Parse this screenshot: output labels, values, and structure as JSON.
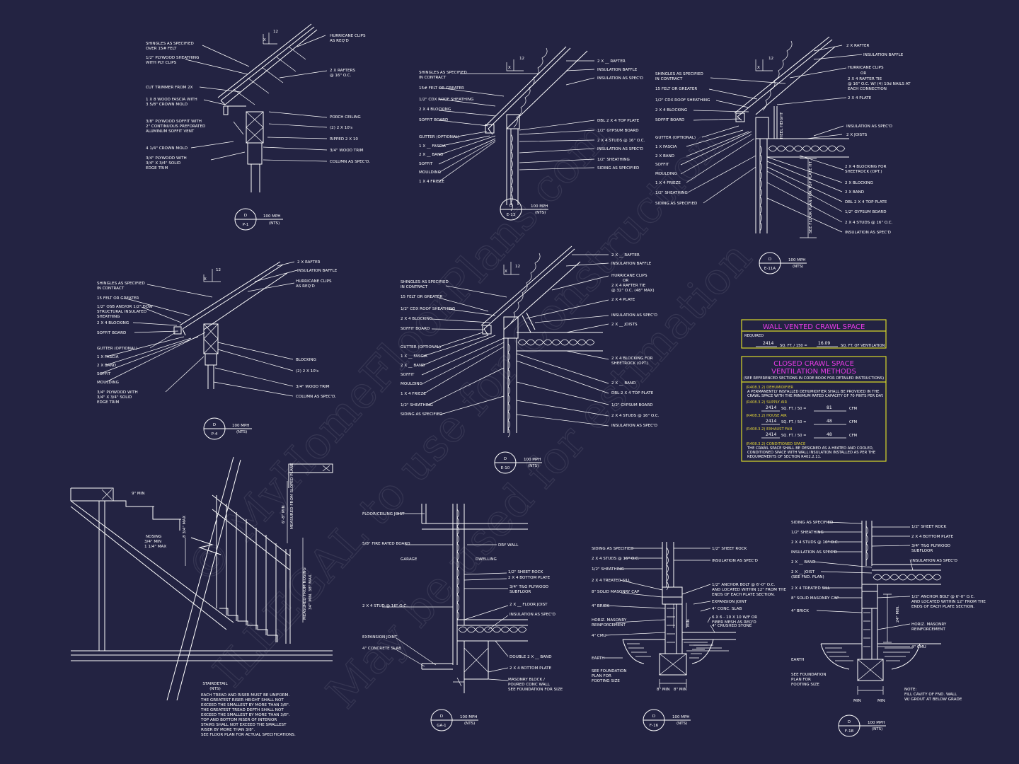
{
  "details": {
    "p1": {
      "labels_left": [
        "SHINGLES AS SPECIFIED",
        "OVER 15# FELT",
        "1/2\" PLYWOOD SHEATHING",
        "WITH PLY CLIPS",
        "CUT TRIMMER FROM 2X",
        "1 X 8 WOOD FASCIA WITH",
        "3 5/8\" CROWN MOLD",
        "3/8\" PLYWOOD SOFFIT WITH",
        "2\" CONTINUOUS PREFORATED",
        "ALUMINUM SOFFIT VENT",
        "4 1/4\" CROWN MOLD",
        "3/4\" PLYWOOD WITH",
        "3/4\" X 3/4\" SOLID",
        "EDGE TRIM"
      ],
      "labels_right": [
        "HURRICANE CLIPS",
        "AS REQ'D",
        "2 X   RAFTERS",
        "@ 16\" O.C.",
        "PORCH CEILING",
        "(2) 2 X 10's",
        "RIPPED 2 X 10",
        "3/4\" WOOD TRIM",
        "COLUMN AS SPEC'D."
      ],
      "tag_top": "D",
      "tag_bottom": "P-1",
      "wind": "100 MPH",
      "scale": "(NTS)"
    },
    "e13": {
      "labels_left": [
        "SHINGLES AS SPECIFIED",
        "IN CONTRACT",
        "15# FELT OR GREATER",
        "1/2\" CDX ROOF SHEATHING",
        "2 X 4 BLOCKING",
        "SOFFIT BOARD",
        "GUTTER (OPTIONAL)",
        "1 X __ FASCIA",
        "2 X __ BAND",
        "SOFFIT",
        "MOULDING",
        "1 X 4 FRIEZE"
      ],
      "labels_right": [
        "2 X __ RAFTER",
        "INSULATION BAFFLE",
        "INSULATION AS SPEC'D",
        "DBL 2 X 4 TOP PLATE",
        "1/2\" GYPSUM BOARD",
        "2 X 4 STUDS @ 16\" O.C.",
        "INSULATION AS SPEC'D",
        "1/2\" SHEATHING",
        "SIDING AS SPECIFIED"
      ],
      "tag_top": "D",
      "tag_bottom": "E-13",
      "wind": "100 MPH",
      "scale": "(NTS)"
    },
    "e11a": {
      "labels_left": [
        "SHINGLES AS SPECIFIED",
        "IN CONTRACT",
        "15 FELT OR GREATER",
        "1/2\" CDX ROOF SHEATHING",
        "2 X 4 BLOCKING",
        "SOFFIT BOARD",
        "GUTTER (OPTIONAL)",
        "1 X  FASCIA",
        "2 X  BAND",
        "SOFFIT",
        "MOULDING",
        "1 X 4 FRIEZE",
        "1/2\" SHEATHING",
        "SIDING AS SPECIFIED"
      ],
      "labels_right": [
        "2 X   RAFTER",
        "INSULATION BAFFLE",
        "HURRICANE CLIPS",
        "OR",
        "2 X 4 RAFTER TIE",
        "@ 16\" O.C. W/ (4) 10d NAILS AT",
        "EACH CONNECTION",
        "2 X 4 PLATE",
        "INSULATION AS SPEC'D",
        "2 X   JOISTS",
        "2 X 4 BLOCKING FOR",
        "SHEETROCK (OPT.)",
        "2 X   BLOCKING",
        "2 X   BAND",
        "DBL 2 X 4 TOP PLATE",
        "1/2\" GYPSUM BOARD",
        "2 X 4 STUDS @ 16\" O.C.",
        "INSULATION AS SPEC'D"
      ],
      "vertical_left": "HEEL HEIGHT",
      "vertical_mid": "SEE FLOOR PLAN FOR TOP PLATE HT.",
      "tag_top": "D",
      "tag_bottom": "E-11A",
      "wind": "100 MPH",
      "scale": "(NTS)"
    },
    "p4": {
      "labels_left": [
        "SHINGLES AS SPECIFIED",
        "IN CONTRACT",
        "15 FELT OR GREATER",
        "1/2\" OSB AND/OR 1/2\" DOW",
        "STRUCTURAL INSULATED",
        "SHEATHING",
        "2 X 4 BLOCKING",
        "SOFFIT  BOARD",
        "GUTTER (OPTIONAL)",
        "1 X   FASCIA",
        "2 X   BAND",
        "SOFFIT",
        "MOULDING",
        "3/4\" PLYWOOD WITH",
        "3/4\" X 3/4\" SOLID",
        "EDGE TRIM"
      ],
      "labels_right": [
        "2 X   RAFTER",
        "INSULATION BAFFLE",
        "HURRICANE CLIPS",
        "AS REQ'D",
        "BLOCKING",
        "(2) 2 X 10's",
        "3/4\" WOOD TRIM",
        "COLUMN AS SPEC'D."
      ],
      "tag_top": "D",
      "tag_bottom": "P-4",
      "wind": "100 MPH",
      "scale": "(NTS)"
    },
    "e10": {
      "labels_left": [
        "SHINGLES AS SPECIFIED",
        "IN CONTRACT",
        "15 FELT OR GREATER",
        "1/2\" CDX ROOF SHEATHING",
        "2 X 4 BLOCKING",
        "SOFFIT BOARD",
        "GUTTER (OPTIONAL)",
        "1 X __ FASCIA",
        "2 X __ BAND",
        "SOFFIT",
        "MOULDING",
        "1 X 4 FRIEZE",
        "1/2\" SHEATHING",
        "SIDING AS SPECIFIED"
      ],
      "labels_right": [
        "2 X __ RAFTER",
        "INSULATION BAFFLE",
        "HURRICANE CLIPS",
        "OR",
        "2 X 4 RAFTER TIE",
        "@ 32\" O.C. (48\" MAX)",
        "2 X 4 PLATE",
        "INSULATION AS SPEC'D",
        "2 X __ JOISTS",
        "2 X 4 BLOCKING FOR",
        "SHEETROCK (OPT.)",
        "2 X __ BAND",
        "DBL 2 X 4 TOP PLATE",
        "1/2\" GYPSUM BOARD",
        "2 X 4 STUDS @ 16\" O.C.",
        "INSULATION AS SPEC'D"
      ],
      "tag_top": "D",
      "tag_bottom": "E-10",
      "wind": "100 MPH",
      "scale": "(NTS)"
    },
    "stair": {
      "dims": [
        "9\" MIN",
        "NOSING",
        "3/4\" MIN",
        "1 1/4\" MAX",
        "8 3/4\" MAX",
        "6'-8\" MIN",
        "MEASURED FROM SLOPED PLANE",
        "MEASURED FROM NOSING",
        "34\" MIN. 38\" MAX."
      ],
      "title": "STAIRDETAIL",
      "scale": "(NTS)",
      "notes": [
        "EACH TREAD AND RISER MUST BE UNIFORM.",
        "THE GREATEST RISER HEIGHT SHALL NOT",
        "EXCEED THE SMALLEST BY MORE THAN 3/8\".",
        "THE GREATEST TREAD DEPTH SHALL NOT",
        "EXCEED THE SMALLEST BY MORE THAN 3/8\".",
        "TOP AND BOTTOM RISER OF INTERIOR",
        "STAIRS SHALL NOT EXCEED THE SMALLEST",
        "RISER BY MORE THAN 3/8\".",
        "SEE FLOOR PLAN FOR ACTUAL SPECIFICATIONS."
      ]
    },
    "ga1": {
      "labels_left": [
        "FLOOR/CEILING JOIST",
        "5/8\" FIRE RATED BOARD",
        "GARAGE",
        "2 X 4 STUD @ 16\" O.C.",
        "EXPANSION JOINT",
        "4\" CONCRETE SLAB"
      ],
      "labels_right": [
        "DRY WALL",
        "DWELLING",
        "1/2\" SHEET ROCK",
        "2 X 4 BOTTOM PLATE",
        "3/4\" T&G PLYWOOD",
        "SUBFLOOR",
        "2 X __ FLOOR JOIST",
        "INSULATION AS SPEC'D",
        "DOUBLE 2 X __ BAND",
        "2 X 4 BOTTOM PLATE",
        "MASONRY BLOCK /",
        "POURED CONC WALL",
        "SEE FOUNDATION FOR SIZE"
      ],
      "tag_top": "D",
      "tag_bottom": "GA-1",
      "wind": "100 MPH",
      "scale": "(NTS)"
    },
    "f16": {
      "labels_left": [
        "SIDING AS SPECIFIED",
        "2 X 4 STUDS @ 16\" O.C.",
        "1/2\" SHEATHING",
        "2 X 4 TREATED SILL",
        "8\" SOLID MASONRY CAP",
        "4\" BRICK",
        "HORIZ. MASONRY",
        "REINFORCEMENT",
        "4\" CMU",
        "EARTH",
        "SEE FOUNDATION",
        "PLAN FOR",
        "FOOTING SIZE"
      ],
      "labels_right": [
        "1/2\" SHEET ROCK",
        "INSULATION AS SPEC'D",
        "1/2\" ANCHOR BOLT @ 6'-0\" O.C.",
        "AND LOCATED WITHIN 12\" FROM THE",
        "ENDS OF EACH PLATE SECTION.",
        "EXPANSION JOINT",
        "4\" CONC. SLAB",
        "6 X 6 - 10 X 10 W/F OR",
        "FIBER MESH AS REQ'D",
        "4\" CRUSHED STONE"
      ],
      "dims": [
        "MIN",
        "8\" MIN",
        "8\" MIN"
      ],
      "tag_top": "D",
      "tag_bottom": "F-16",
      "wind": "100 MPH",
      "scale": "(NTS)"
    },
    "f18": {
      "labels_left": [
        "SIDING AS SPECIFIED",
        "1/2\" SHEATHING",
        "2 X 4 STUDS @ 16\" O.C.",
        "INSULATION AS SPEC'D",
        "2 X __ BAND",
        "2 X __ JOIST",
        "(SEE FND. PLAN)",
        "2 X 4 TREATED SILL",
        "8\" SOLID MASONRY CAP",
        "4\" BRICK",
        "EARTH",
        "SEE FOUNDATION",
        "PLAN FOR",
        "FOOTING SIZE"
      ],
      "labels_right": [
        "1/2\" SHEET ROCK",
        "2 X 4 BOTTOM PLATE",
        "3/4\" T&G PLYWOOD",
        "SUBFLOOR",
        "INSULATION AS SPEC'D",
        "1/2\" ANCHOR BOLT @ 6'-0\" O.C.",
        "AND LOCATED WITHIN 12\" FROM THE",
        "ENDS OF EACH PLATE SECTION.",
        "HORIZ. MASONRY",
        "REINFORCEMENT",
        "4\" CMU"
      ],
      "dims": [
        "24\" MIN.",
        "MIN",
        "MIN"
      ],
      "notes": [
        "NOTE:",
        "FILL CAVITY OF FND. WALL",
        "W/ GROUT AT BELOW GRADE"
      ],
      "tag_top": "D",
      "tag_bottom": "F-18",
      "wind": "100 MPH",
      "scale": "(NTS)"
    }
  },
  "crawl_table": {
    "title": "WALL VENTED CRAWL SPACE",
    "required_label": "REQUIRED",
    "sqft_value": "2414",
    "sqft_unit": "SQ. FT. / 150 =",
    "vent_value": "16.09",
    "vent_unit": "SQ. FT. OF VENTILATION"
  },
  "closed_table": {
    "title_line1": "CLOSED CRAWL SPACE",
    "title_line2": "VENTILATION METHODS",
    "subtitle": "(SEE REFERENCED SECTIONS IN CODE BOOK FOR DETAILED INSTRUCTIONS)",
    "methods": [
      {
        "head": "(R408.3.2) DEHUMIDIFIER",
        "lines": [
          "A PERMANENTLY INSTALLED DEHUMIDIFIER SHALL BE PROVIDED IN THE",
          "CRAWL SPACE WITH THE MINIMUM RATED CAPACITY OF 70 PINTS PER DAY."
        ]
      },
      {
        "head": "(R408.3.2) SUPPLY AIR",
        "value": "2414",
        "unit": "SQ. FT. / 50 =",
        "result": "81",
        "res_unit": "CFM"
      },
      {
        "head": "(R408.3.2) HOUSE AIR",
        "value": "2414",
        "unit": "SQ. FT. / 50 =",
        "result": "48",
        "res_unit": "CFM"
      },
      {
        "head": "(R408.3.2) EXHAUST FAN",
        "value": "2414",
        "unit": "SQ. FT. / 50 =",
        "result": "48",
        "res_unit": "CFM"
      },
      {
        "head": "(R408.3.2) CONDITIONED SPACE",
        "lines": [
          "THE CRAWL SPACE SHALL BE DESIGNED AS A HEATED AND COOLED,",
          "CONDITIONED SPACE WITH WALL INSULATION INSTALLED AS PER THE",
          "REQUIREMENTS OF SECTION R402.2.11."
        ]
      }
    ]
  },
  "watermark": {
    "line1": "© MyHomeFloorPlans.com",
    "line2": "ILLEGAL to use for Construction",
    "line3": "May be used for estimation"
  },
  "colors": {
    "background": "#232342",
    "linework": "#ffffff",
    "table_border": "#d8d82a",
    "table_title": "#e43ae4"
  }
}
